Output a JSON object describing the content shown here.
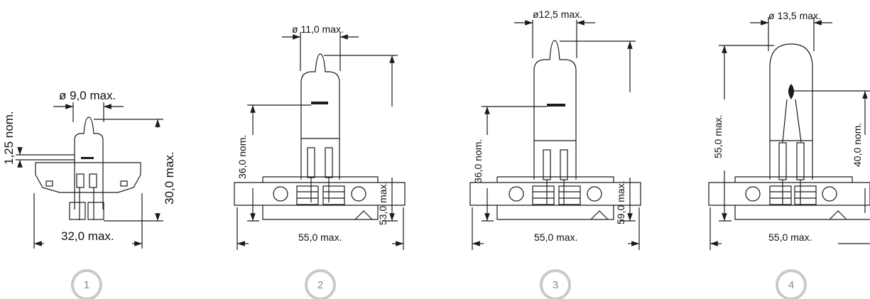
{
  "colors": {
    "line": "#1a1a1a",
    "badge_fill": "#ffffff",
    "badge_ring": "#c9c9c9",
    "badge_text": "#8a8a8a"
  },
  "diagrams": [
    {
      "id": 1,
      "badge": "1",
      "dim_top": "ø 9,0 max.",
      "dim_left": "1,25 nom.",
      "dim_right": "30,0 max.",
      "dim_bottom": "32,0 max."
    },
    {
      "id": 2,
      "badge": "2",
      "dim_top": "ø 11,0 max.",
      "dim_left": "36,0 nom.",
      "dim_right": "53,0 max.",
      "dim_bottom": "55,0 max."
    },
    {
      "id": 3,
      "badge": "3",
      "dim_top": "ø12,5 max.",
      "dim_left": "36,0 nom.",
      "dim_right": "59,0 max.",
      "dim_bottom": "55,0 max."
    },
    {
      "id": 4,
      "badge": "4",
      "dim_top": "ø 13,5 max.",
      "dim_left": "55,0 max.",
      "dim_right": "40,0 nom.",
      "dim_bottom": "55,0 max."
    }
  ]
}
